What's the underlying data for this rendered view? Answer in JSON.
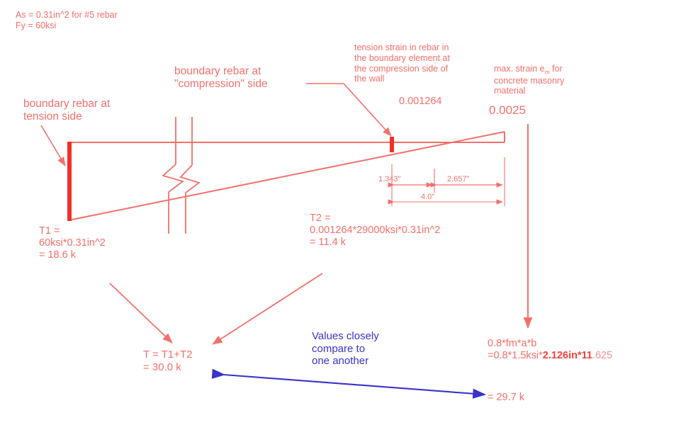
{
  "diagram": {
    "title": "Masonry shear wall boundary element strain compatibility diagram",
    "material_note": "As = 0.31in^2 for #5 rebar\nFy = 60ksi",
    "labels": {
      "tension_rebar": "boundary rebar at\ntension side",
      "compression_rebar": "boundary rebar at\n\"compression\" side",
      "tension_strain_note": "tension strain in rebar in\nthe boundary element at\nthe compression side of\nthe wall",
      "tension_strain_value": "0.001264",
      "max_strain_note_1": "max. strain e",
      "max_strain_note_sub": "m",
      "max_strain_note_2": " for",
      "max_strain_note_3": "concrete masonry\nmaterial",
      "max_strain_value": "0.0025"
    },
    "dimensions": {
      "left_segment": "1.343\"",
      "right_segment": "2.657\"",
      "total": "4.0\""
    },
    "equations": {
      "t1": "T1 =\n60ksi*0.31in^2\n= 18.6 k",
      "t2": "T2 =\n0.001264*29000ksi*0.31in^2\n= 11.4 k",
      "sum": "T = T1+T2\n= 30.0 k",
      "compression_line1": "0.8*fm*a*b",
      "compression_line2_pre": "=0.8*1.5ksi*",
      "compression_line2_bold": "2.126in",
      "compression_line2_mid": "*11",
      "compression_line2_light": ".625",
      "compression_result": "= 29.7 k"
    },
    "comparison_note": "Values closely\ncompare to\none another",
    "colors": {
      "red": "#f4706b",
      "red_strong": "#f0433c",
      "blue": "#3b33cc"
    }
  }
}
